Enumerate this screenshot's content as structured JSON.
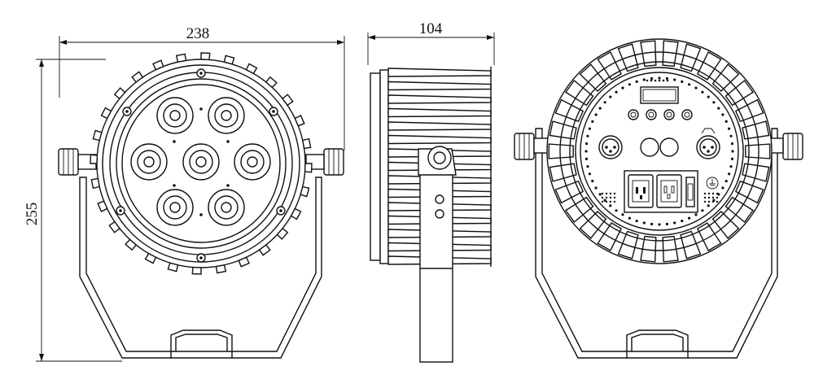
{
  "dimensions": {
    "width_front": "238",
    "depth_side": "104",
    "height": "255"
  },
  "views": [
    "front-view",
    "side-view",
    "rear-view"
  ],
  "colors": {
    "line": "#111111",
    "background": "#ffffff"
  }
}
